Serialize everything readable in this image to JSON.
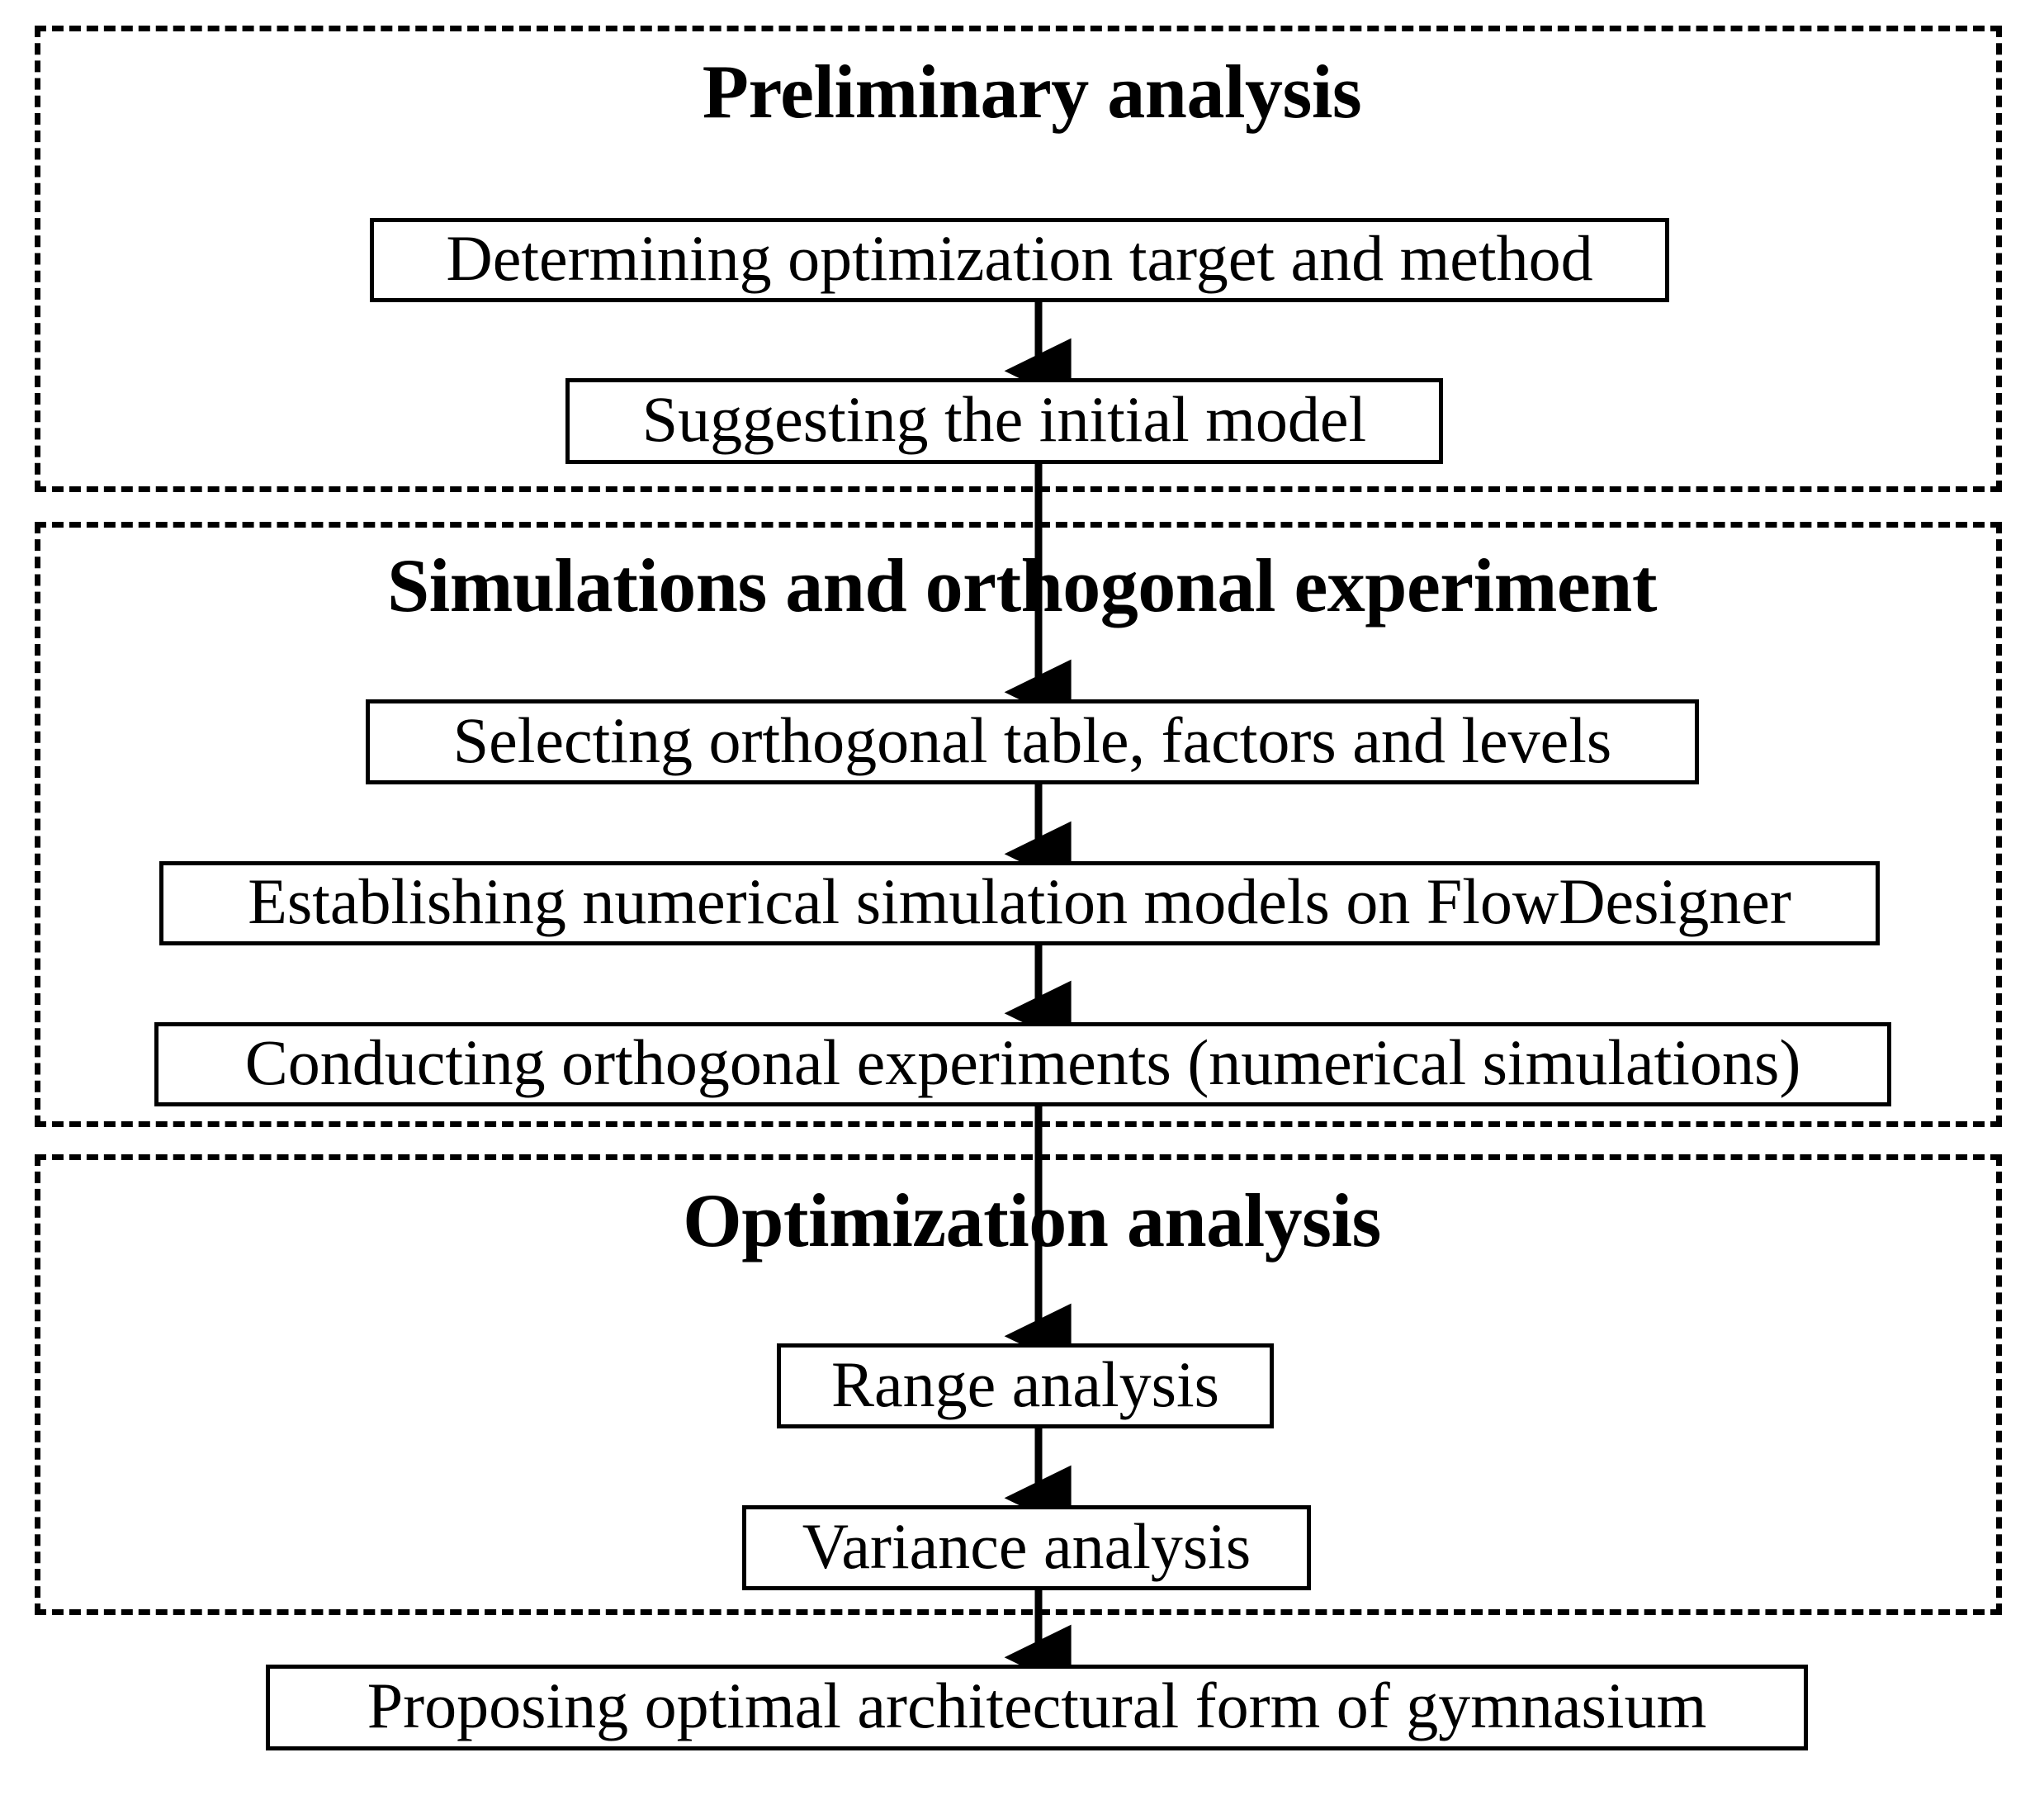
{
  "diagram": {
    "title": "Research workflow flowchart",
    "background_color": "#ffffff",
    "line_color": "#000000",
    "groups": [
      {
        "id": "preliminary-analysis",
        "heading": "Preliminary analysis",
        "nodes": [
          {
            "id": "determining-target",
            "label": "Determining optimization target and method"
          },
          {
            "id": "suggesting-initial-model",
            "label": "Suggesting the initial model"
          }
        ]
      },
      {
        "id": "simulations-orthogonal-experiment",
        "heading": "Simulations and orthogonal experiment",
        "nodes": [
          {
            "id": "selecting-orthogonal-table",
            "label": "Selecting orthogonal table, factors and levels"
          },
          {
            "id": "establishing-models",
            "label": "Establishing numerical simulation models on FlowDesigner"
          },
          {
            "id": "conducting-experiments",
            "label": "Conducting orthogonal experiments (numerical simulations)"
          }
        ]
      },
      {
        "id": "optimization-analysis",
        "heading": "Optimization analysis",
        "nodes": [
          {
            "id": "range-analysis",
            "label": "Range analysis"
          },
          {
            "id": "variance-analysis",
            "label": "Variance analysis"
          }
        ]
      }
    ],
    "final_node": {
      "id": "proposing-optimal-form",
      "label": "Proposing optimal architectural form of gymnasium"
    }
  }
}
